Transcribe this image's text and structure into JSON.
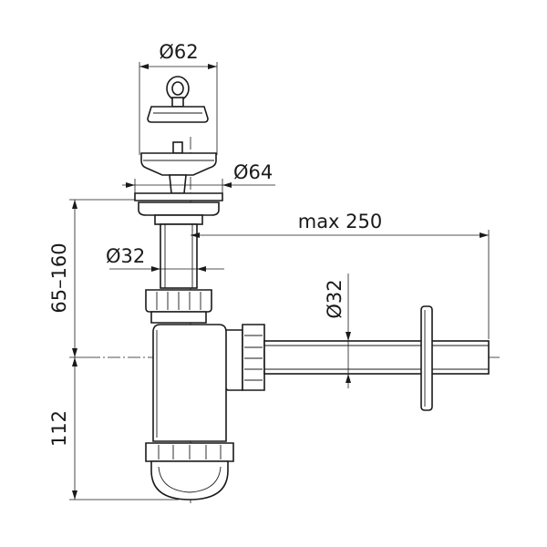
{
  "dimensions": {
    "stopper_diameter": "Ø62",
    "flange_diameter": "Ø64",
    "max_outlet_length": "max 250",
    "inlet_pipe_diameter": "Ø32",
    "outlet_pipe_diameter": "Ø32",
    "height_range": "65–160",
    "trap_height": "112"
  }
}
